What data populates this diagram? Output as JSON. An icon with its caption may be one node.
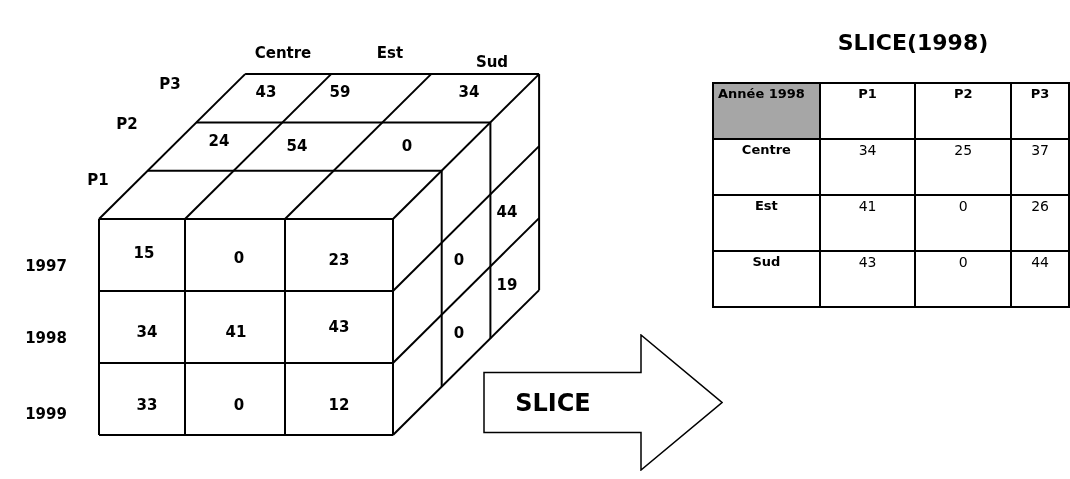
{
  "diagram": {
    "title": "SLICE(1998)",
    "nodes": [
      {
        "text": [
          "SLICE"
        ]
      }
    ],
    "labels": [
      "Centre",
      "Est",
      "Sud",
      "P3",
      "43",
      "59",
      "34",
      "P2",
      "24",
      "54",
      "0",
      "P1",
      "44",
      "1997",
      "15",
      "0",
      "23",
      "0",
      "19",
      "1998",
      "34",
      "41",
      "43",
      "0",
      "1999",
      "33",
      "0",
      "12",
      "Année 1998",
      "P1",
      "P2",
      "P3",
      "Centre",
      "34",
      "25",
      "37",
      "Est",
      "41",
      "0",
      "26",
      "Sud",
      "43",
      "0",
      "44"
    ]
  }
}
